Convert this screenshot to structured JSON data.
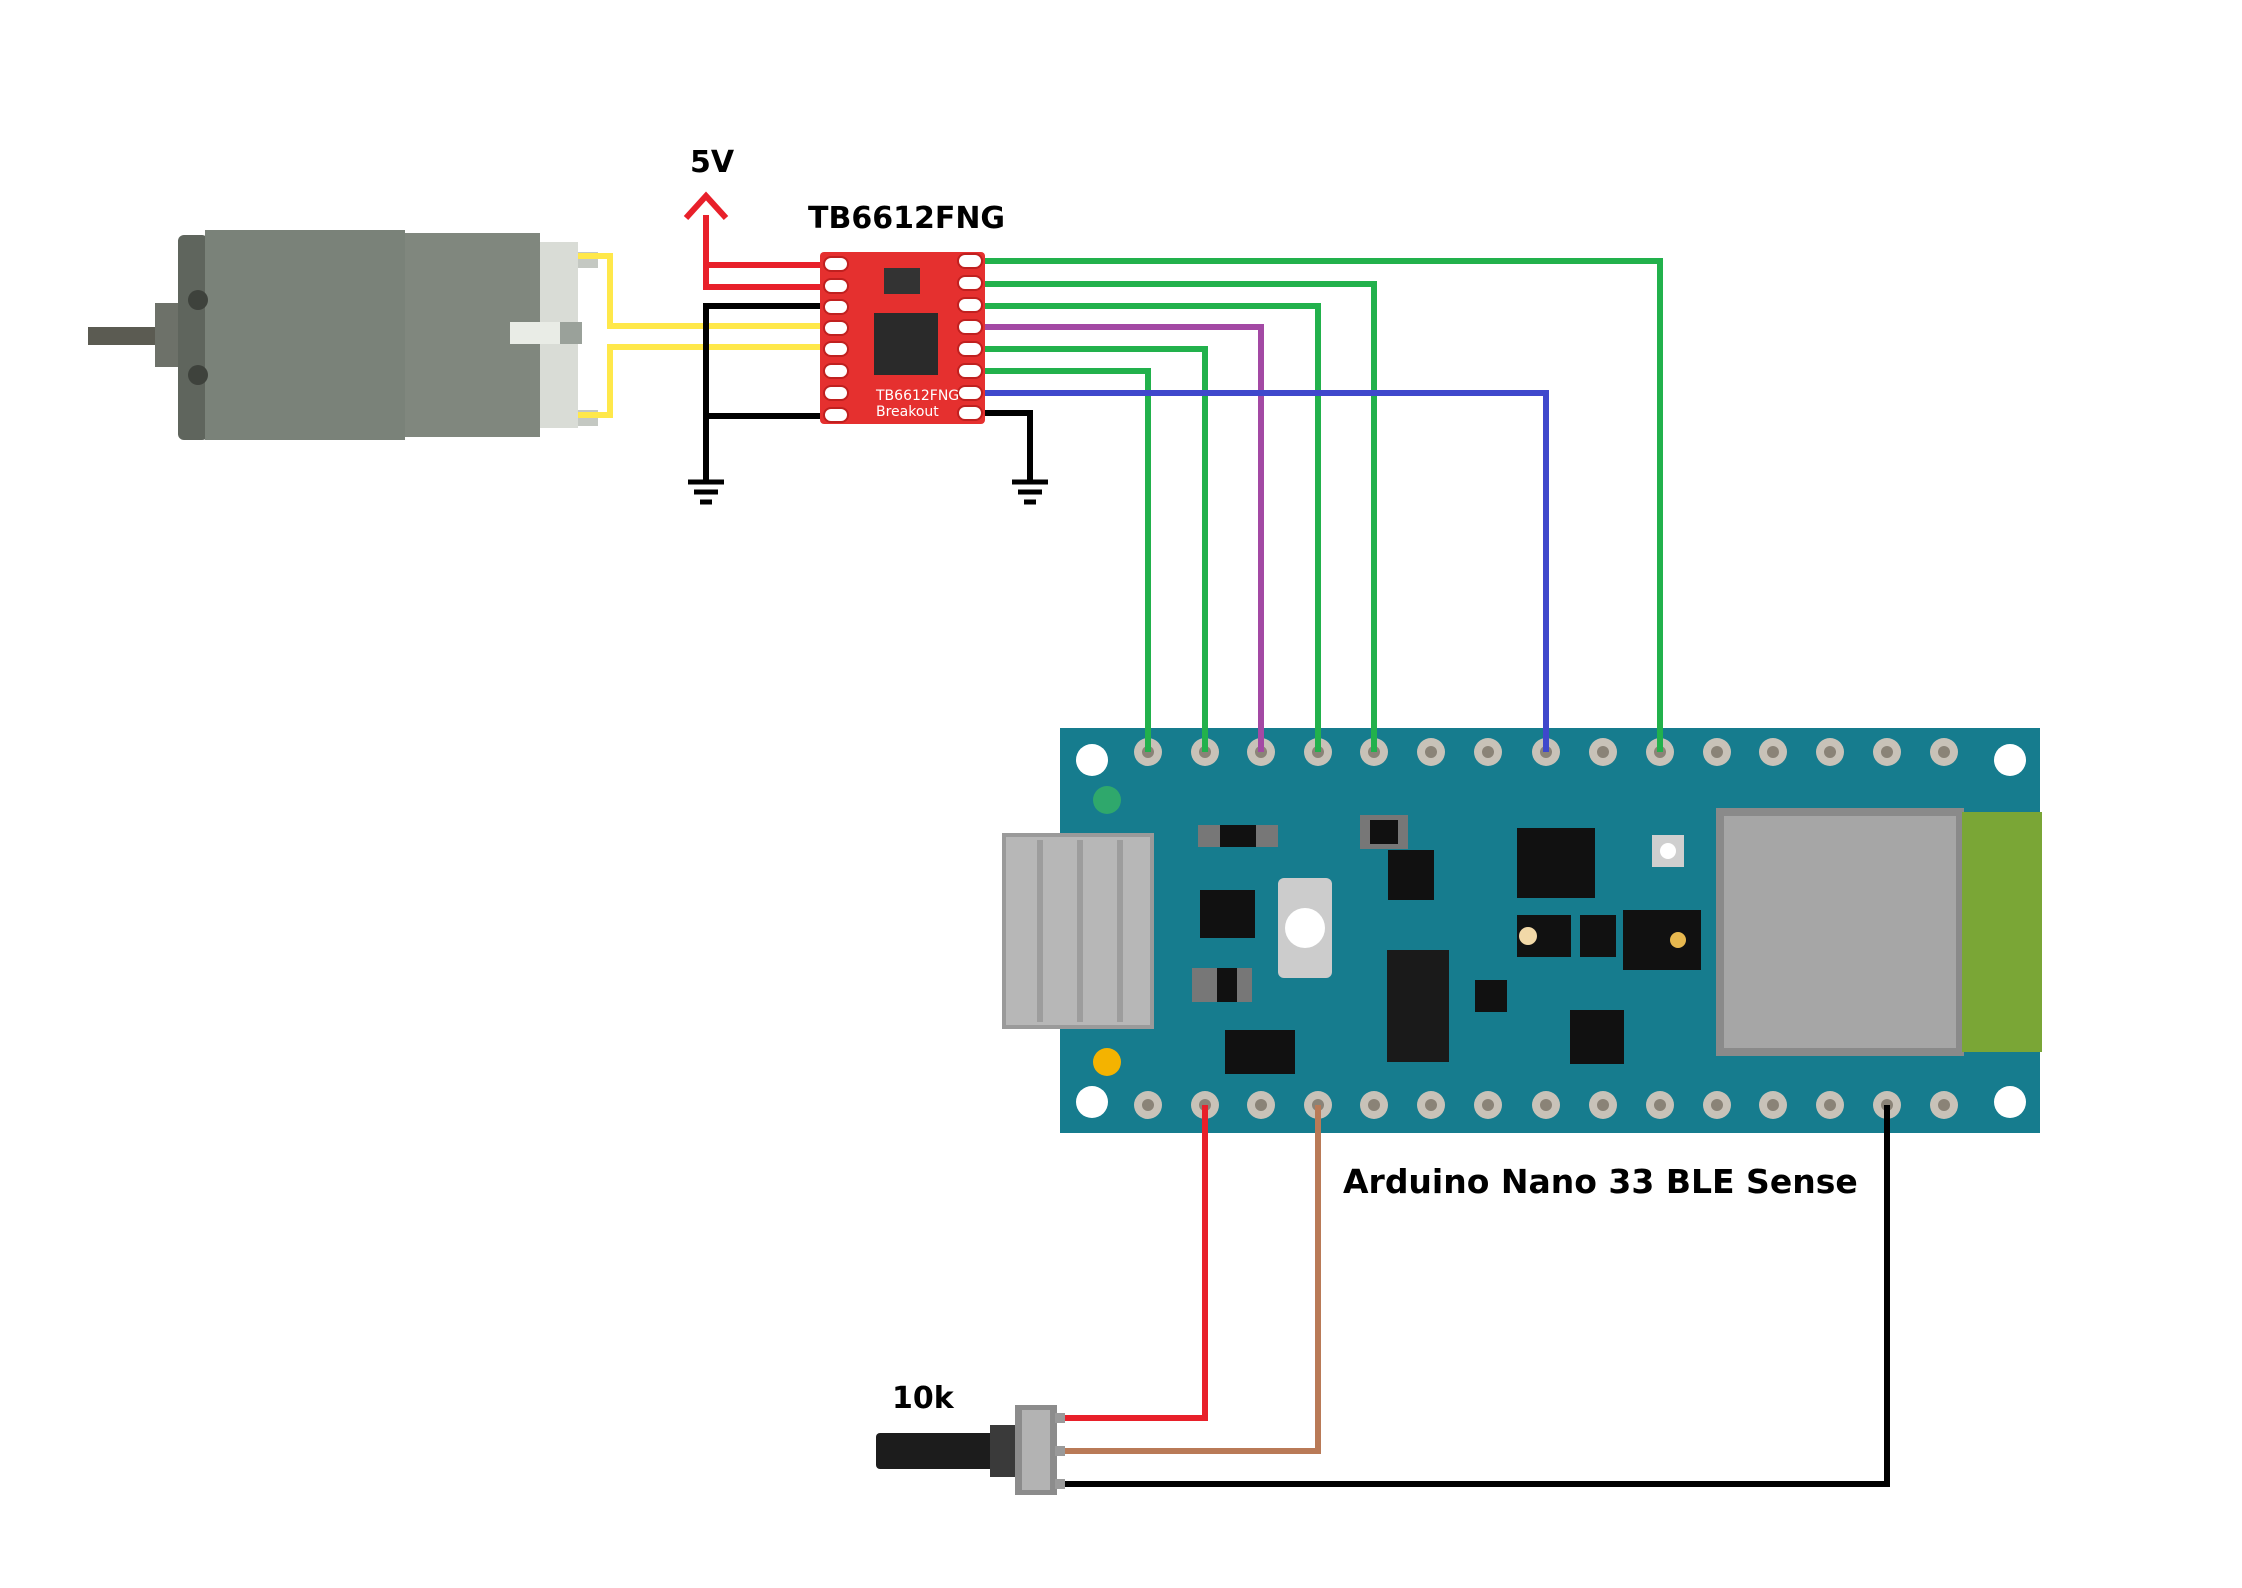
{
  "labels": {
    "supply": "5V",
    "driver": "TB6612FNG",
    "driver_silk": "TB6612FNG",
    "driver_silk_2": "Breakout",
    "board": "Arduino Nano 33 BLE Sense",
    "pot": "10k"
  },
  "colors": {
    "power": "#e8202a",
    "ground": "#000000",
    "motor": "#ffe84a",
    "signal_green": "#22b14c",
    "signal_purple": "#a349a4",
    "signal_blue": "#3f48cc",
    "pot_wiper": "#b97a57",
    "board": "#167c8e",
    "driver_pcb": "#e5302f",
    "motor_body": "#7a8279"
  },
  "components": [
    {
      "name": "dc-motor",
      "icon": "dc-motor-icon"
    },
    {
      "name": "tb6612fng-driver",
      "icon": "motor-driver-icon"
    },
    {
      "name": "arduino-nano-33-ble-sense",
      "icon": "microcontroller-icon"
    },
    {
      "name": "potentiometer",
      "icon": "potentiometer-icon"
    },
    {
      "name": "ground-symbol",
      "icon": "ground-icon"
    }
  ]
}
